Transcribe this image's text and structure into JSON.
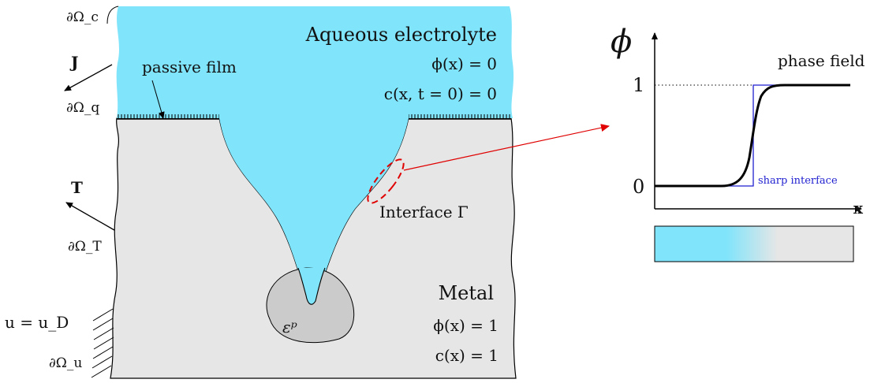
{
  "regions": {
    "electrolyte": {
      "title": "Aqueous electrolyte",
      "eq1": "ϕ(x) = 0",
      "eq2": "c(x, t = 0) = 0",
      "color": "#80e4fb"
    },
    "metal": {
      "title": "Metal",
      "eq1": "ϕ(x) = 1",
      "eq2": "c(x) = 1",
      "color": "#e6e6e6"
    }
  },
  "labels": {
    "passive_film": "passive film",
    "interface": "Interface Γ",
    "plastic_zone": "εᵖ",
    "flux_J": "J",
    "traction_T": "T",
    "displacement_bc": "u = u_D",
    "boundary_c": "∂Ω_c",
    "boundary_q": "∂Ω_q",
    "boundary_T": "∂Ω_T",
    "boundary_u": "∂Ω_u"
  },
  "phase_plot": {
    "y_axis_symbol": "ϕ",
    "x_axis_symbol": "x",
    "tick_0": "0",
    "tick_1": "1",
    "curve_label": "phase field",
    "sharp_label": "sharp interface",
    "curve_color": "#000000",
    "sharp_color": "#1f1fd0",
    "pointer_color": "#e00000",
    "gradient_from": "#80e4fb",
    "gradient_to": "#e6e6e6"
  }
}
